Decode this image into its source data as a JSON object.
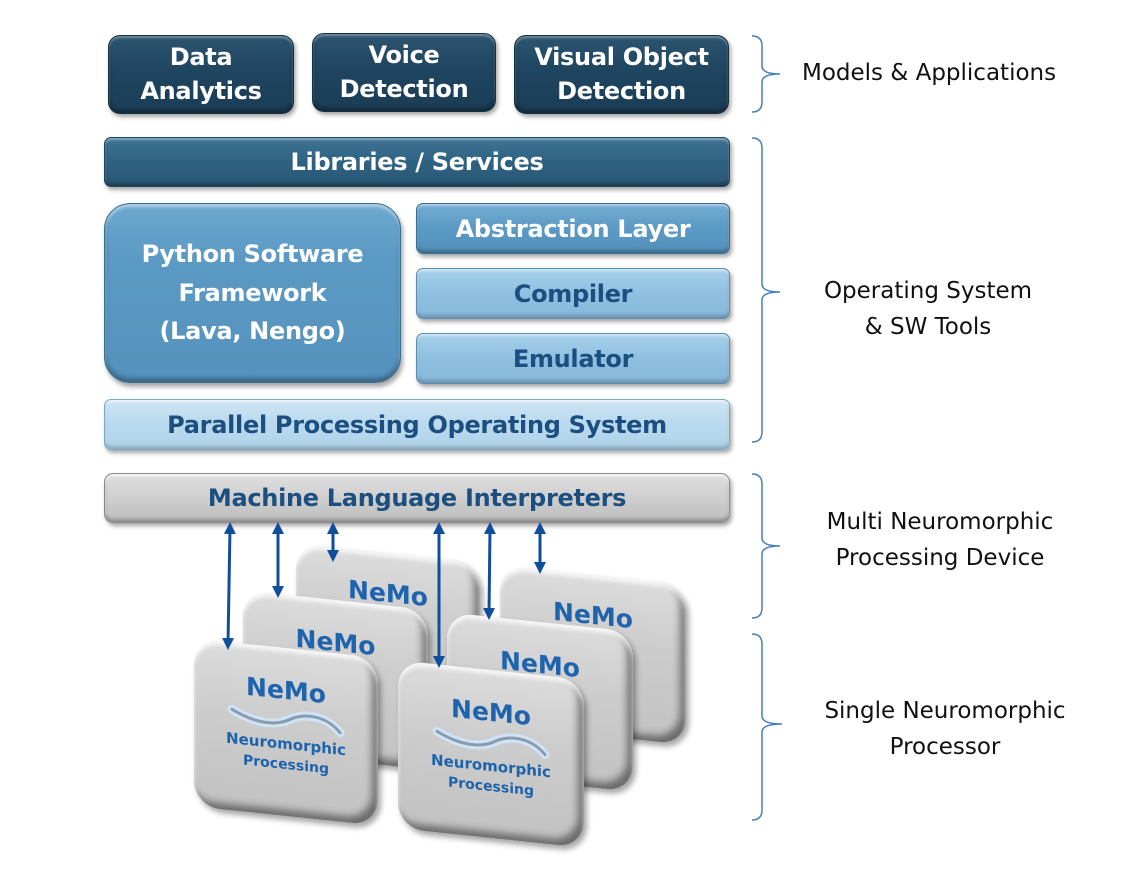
{
  "applications": {
    "items": [
      {
        "line1": "Data",
        "line2": "Analytics"
      },
      {
        "line1": "Voice",
        "line2": "Detection"
      },
      {
        "line1": "Visual Object",
        "line2": "Detection"
      }
    ]
  },
  "stack": {
    "libraries": "Libraries / Services",
    "python": {
      "line1": "Python Software",
      "line2": "Framework",
      "line3": "(Lava, Nengo)"
    },
    "abstraction": "Abstraction Layer",
    "compiler": "Compiler",
    "emulator": "Emulator",
    "os": "Parallel Processing Operating System",
    "interpreters": "Machine Language Interpreters"
  },
  "chips": {
    "count": 6,
    "title": "NeMo",
    "subtitle1": "Neuromorphic",
    "subtitle2": "Processing"
  },
  "braces": [
    {
      "line1": "Models & Applications",
      "line2": ""
    },
    {
      "line1": "Operating System",
      "line2": "& SW Tools"
    },
    {
      "line1": "Multi Neuromorphic",
      "line2": "Processing Device"
    },
    {
      "line1": "Single Neuromorphic",
      "line2": "Processor"
    }
  ],
  "colors": {
    "app_box": "#1f4560",
    "libraries": "#2f6282",
    "mid_blue": "#5b9ac4",
    "light_blue": "#8fc0e1",
    "lighter_blue": "#b9d9ee",
    "grey": "#cfcfcf",
    "text_blue": "#1c4f7f",
    "arrow": "#0f4f9a",
    "brace": "#4a7fb5"
  }
}
